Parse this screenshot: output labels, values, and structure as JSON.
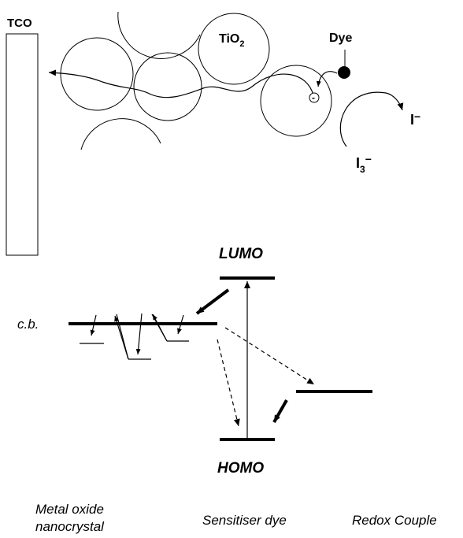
{
  "top": {
    "tco_label": "TCO",
    "tio2_label": "TiO",
    "tio2_subscript": "2",
    "dye_label": "Dye",
    "electron_label": "-",
    "iodide_label": "I",
    "iodide_charge": "−",
    "triiodide_label": "I",
    "triiodide_subscript": "3",
    "triiodide_charge": "−"
  },
  "energy": {
    "lumo_label": "LUMO",
    "homo_label": "HOMO",
    "cb_label": "c.b."
  },
  "captions": {
    "metal_oxide_line1": "Metal oxide",
    "metal_oxide_line2": "nanocrystal",
    "sensitiser": "Sensitiser dye",
    "redox": "Redox Couple"
  }
}
